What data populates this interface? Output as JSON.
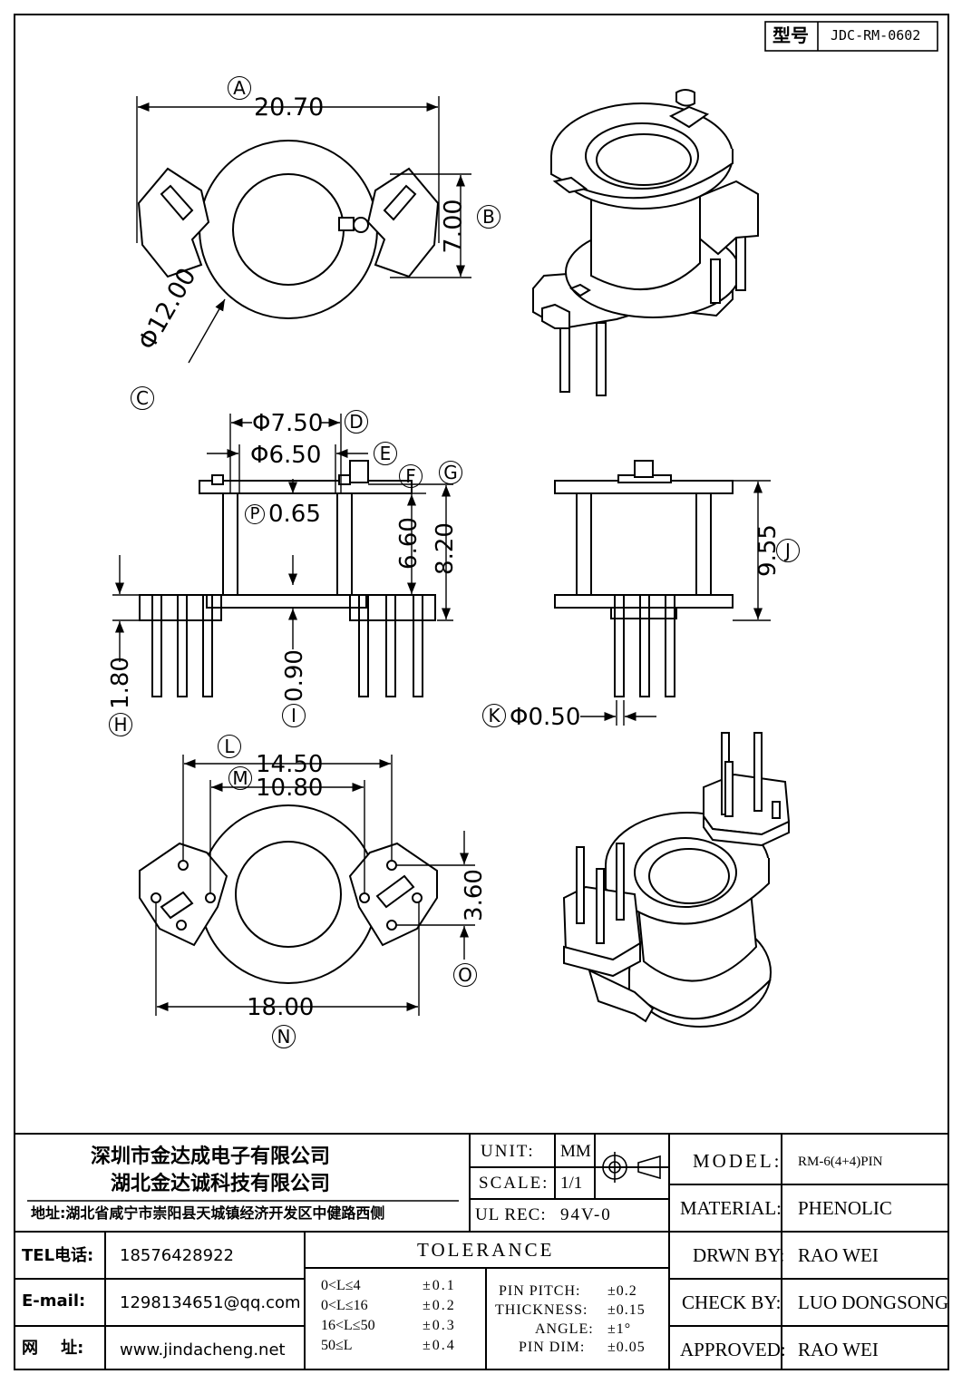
{
  "part_no": {
    "label": "型号",
    "value": "JDC-RM-0602"
  },
  "dimensions": {
    "A": {
      "marker": "A",
      "value": "20.70"
    },
    "B": {
      "marker": "B",
      "value": "7.00"
    },
    "C": {
      "marker": "C",
      "value": "Φ12.00"
    },
    "D": {
      "marker": "D",
      "value": "Φ7.50"
    },
    "E": {
      "marker": "E",
      "value": "Φ6.50"
    },
    "F": {
      "marker": "F"
    },
    "G": {
      "marker": "G"
    },
    "P": {
      "marker": "P",
      "value": "0.65"
    },
    "FG_a": "6.60",
    "FG_b": "8.20",
    "H": {
      "marker": "H",
      "value": "1.80"
    },
    "I": {
      "marker": "I",
      "value": "0.90"
    },
    "J": {
      "marker": "J",
      "value": "9.55"
    },
    "K": {
      "marker": "K",
      "value": "Φ0.50"
    },
    "L": {
      "marker": "L",
      "value": "14.50"
    },
    "M": {
      "marker": "M",
      "value": "10.80"
    },
    "N": {
      "marker": "N",
      "value": "18.00"
    },
    "O": {
      "marker": "O",
      "value": "3.60"
    }
  },
  "title_block": {
    "company1": "深圳市金达成电子有限公司",
    "company2": "湖北金达诚科技有限公司",
    "address": "地址:湖北省咸宁市崇阳县天城镇经济开发区中健路西侧",
    "tel_label": "TEL电话:",
    "tel": "18576428922",
    "email_label": "E-mail:",
    "email": "1298134651@qq.com",
    "web_label": "网    址:",
    "web": "www.jindacheng.net",
    "unit_label": "UNIT:",
    "unit": "MM",
    "scale_label": "SCALE:",
    "scale": "1/1",
    "ulrec_label": "UL REC:",
    "ulrec": "94V-0",
    "tolerance_title": "TOLERANCE",
    "tol_ranges": [
      "0<L≤4",
      "0<L≤16",
      "16<L≤50",
      "50≤L"
    ],
    "tol_values": [
      "±0.1",
      "±0.2",
      "±0.3",
      "±0.4"
    ],
    "tol_spec_labels": [
      "PIN PITCH:",
      "THICKNESS:",
      "ANGLE:",
      "PIN DIM:"
    ],
    "tol_spec_values": [
      "±0.2",
      "±0.15",
      "±1°",
      "±0.05"
    ],
    "model_label": "MODEL:",
    "model": "RM-6(4+4)PIN",
    "material_label": "MATERIAL:",
    "material": "PHENOLIC",
    "drawn_label": "DRWN BY:",
    "drawn": "RAO WEI",
    "check_label": "CHECK BY:",
    "check": "LUO DONGSONG",
    "approved_label": "APPROVED:",
    "approved": "RAO WEI"
  }
}
